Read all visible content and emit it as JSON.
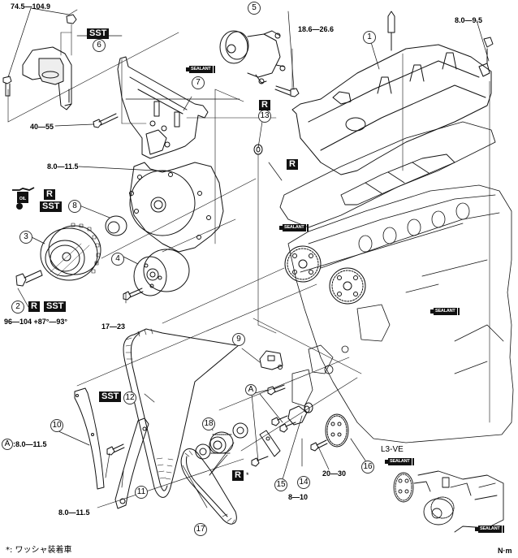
{
  "diagram": {
    "title": "Timing chain / front cover exploded view",
    "engine_variant_label": "L3-VE",
    "unit_label": "N·m",
    "footnote": "*: ワッシャ装着車",
    "badges": {
      "sst": "SST",
      "replace": "R",
      "sealant": "SEALANT",
      "oil": "OIL",
      "letter_a": "A"
    },
    "torques": {
      "mount_nut": "74.5—104.9",
      "mount_bolt": "40—55",
      "tensioner_bolt": "18.6—26.6",
      "cover_bolt": "8.0—9.5",
      "front_cover_bolt": "8.0—11.5",
      "pulley_bolt": "96—104  +87°—93°",
      "idler_bolt": "17—23",
      "guide_a": ":8.0—11.5",
      "guide_bolt": "8.0—11.5",
      "oil_pump_bolt": "20—30",
      "chain_guide_bolt": "8—10"
    },
    "parts": [
      {
        "num": "1",
        "name": "cylinder head cover"
      },
      {
        "num": "2",
        "name": "crankshaft pulley lock bolt"
      },
      {
        "num": "3",
        "name": "crankshaft pulley"
      },
      {
        "num": "4",
        "name": "idler pulley"
      },
      {
        "num": "5",
        "name": "drive belt auto tensioner"
      },
      {
        "num": "6",
        "name": "engine mount"
      },
      {
        "num": "7",
        "name": "engine mount bracket"
      },
      {
        "num": "8",
        "name": "front oil seal"
      },
      {
        "num": "9",
        "name": "chain tensioner"
      },
      {
        "num": "10",
        "name": "tensioner arm"
      },
      {
        "num": "11",
        "name": "chain guide"
      },
      {
        "num": "12",
        "name": "timing chain"
      },
      {
        "num": "13",
        "name": "O-ring"
      },
      {
        "num": "14",
        "name": "oil pump chain tensioner"
      },
      {
        "num": "15",
        "name": "oil pump chain guide"
      },
      {
        "num": "16",
        "name": "oil pump sprocket"
      },
      {
        "num": "17",
        "name": "oil pump chain"
      },
      {
        "num": "18",
        "name": "crankshaft sprocket"
      }
    ]
  }
}
